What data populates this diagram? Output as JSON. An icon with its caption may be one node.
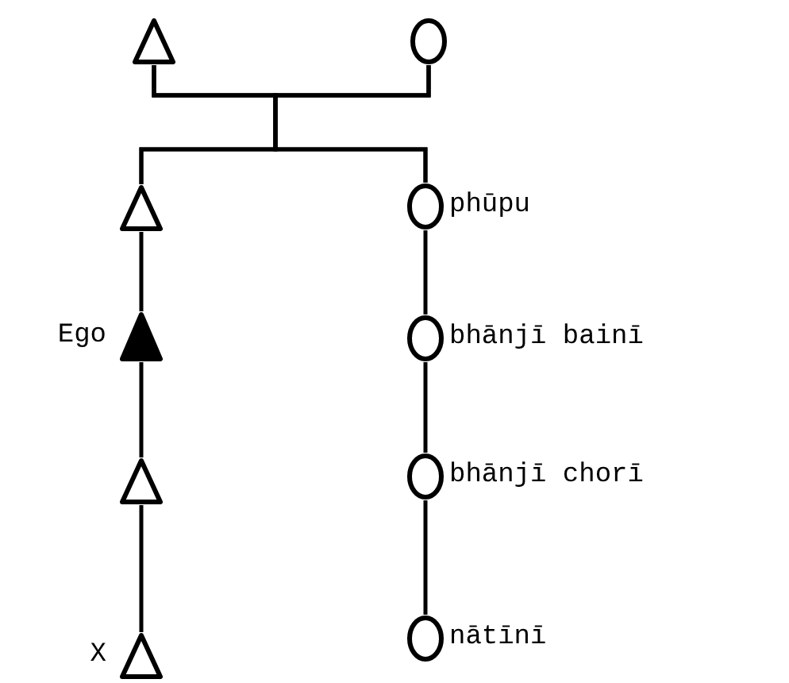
{
  "diagram": {
    "nodes": [
      {
        "text": [],
        "shape": "triangle"
      },
      {
        "text": [],
        "shape": "circle"
      },
      {
        "text": [],
        "shape": "triangle"
      },
      {
        "text": [],
        "shape": "circle",
        "beside": [
          "phūpu"
        ]
      },
      {
        "text": [],
        "shape": "filled-triangle",
        "beside": [
          "Ego"
        ]
      },
      {
        "text": [],
        "shape": "circle",
        "beside": [
          "bhānjī bainī"
        ]
      },
      {
        "text": [],
        "shape": "triangle"
      },
      {
        "text": [],
        "shape": "circle",
        "beside": [
          "bhānjī chorī"
        ]
      },
      {
        "text": [],
        "shape": "triangle",
        "beside": [
          "X"
        ]
      },
      {
        "text": [],
        "shape": "circle",
        "beside": [
          "nātīnī"
        ]
      }
    ],
    "edges": [
      {
        "from": 0,
        "to": 1,
        "arrow": "none"
      },
      {
        "from": 0,
        "to": 2,
        "arrow": "none"
      },
      {
        "from": 0,
        "to": 3,
        "arrow": "none"
      },
      {
        "from": 1,
        "to": 2,
        "arrow": "none"
      },
      {
        "from": 1,
        "to": 3,
        "arrow": "none"
      },
      {
        "from": 2,
        "to": 4,
        "arrow": "none"
      },
      {
        "from": 4,
        "to": 6,
        "arrow": "none"
      },
      {
        "from": 6,
        "to": 8,
        "arrow": "none"
      },
      {
        "from": 3,
        "to": 5,
        "arrow": "none"
      },
      {
        "from": 5,
        "to": 7,
        "arrow": "none"
      },
      {
        "from": 7,
        "to": 9,
        "arrow": "none"
      }
    ]
  }
}
